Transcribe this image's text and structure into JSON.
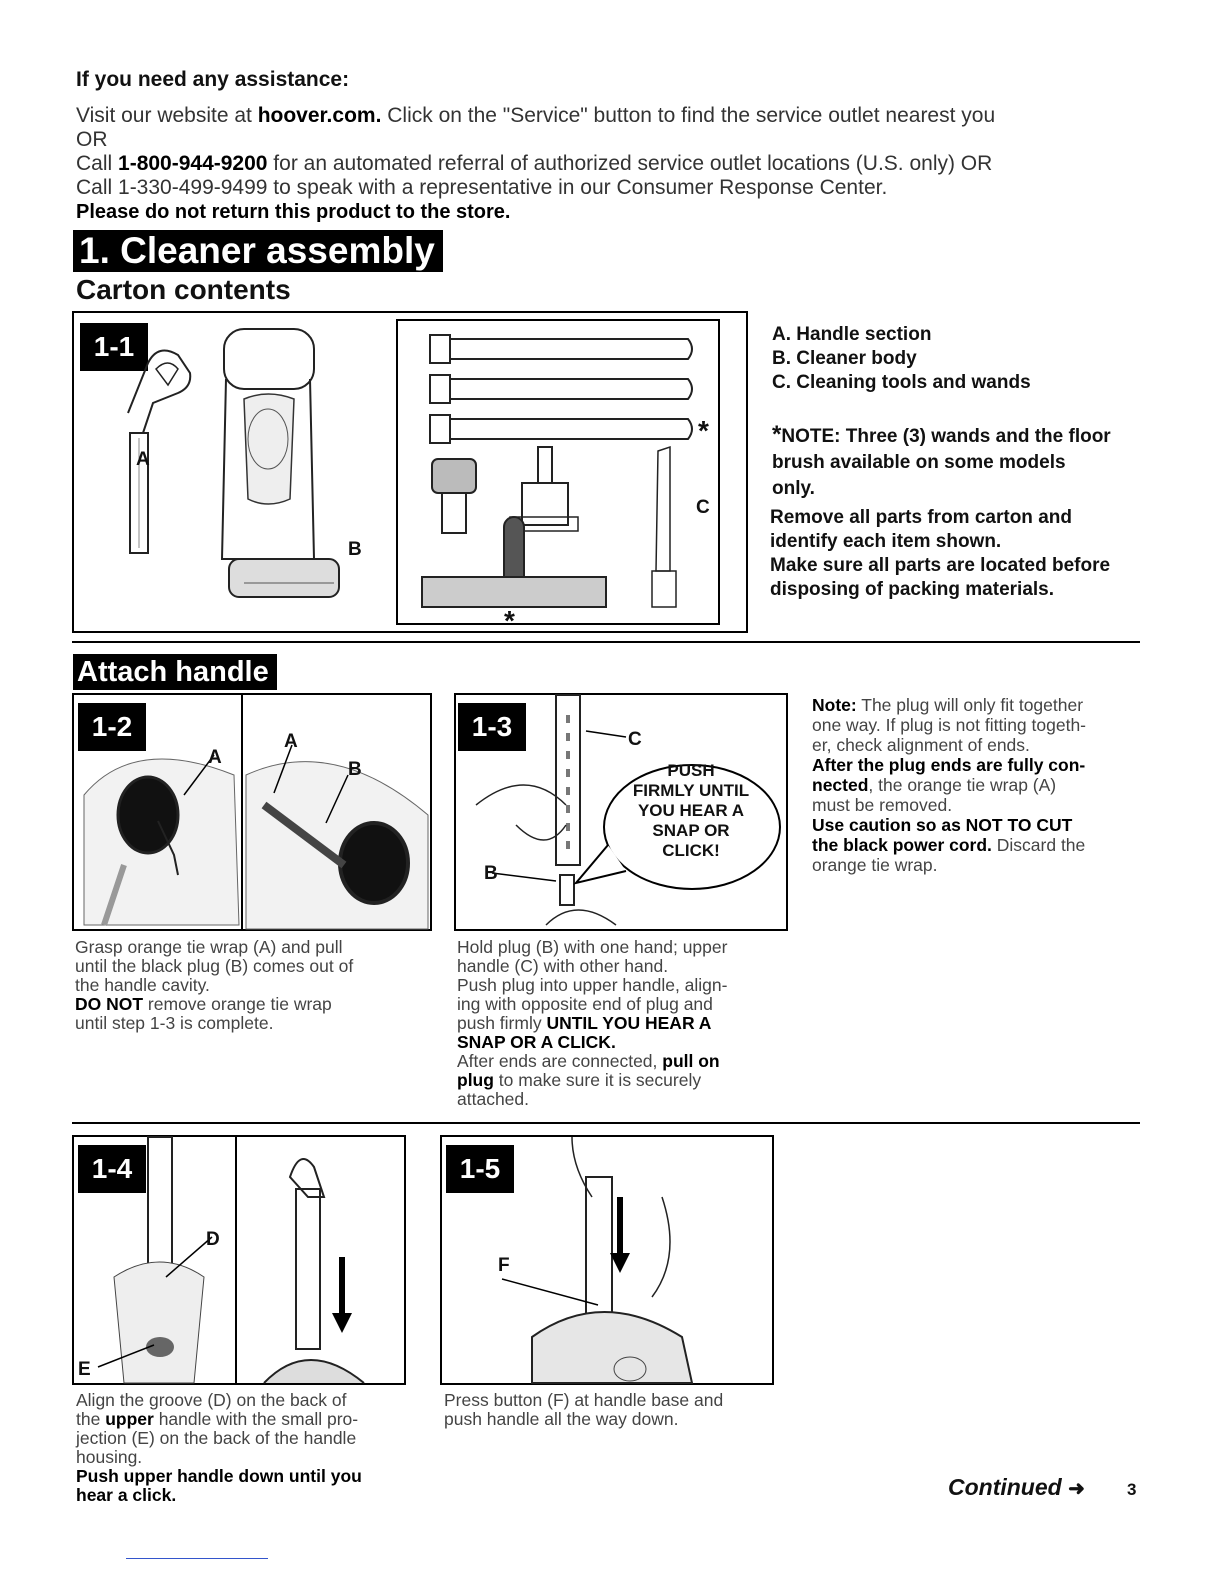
{
  "assistance": {
    "title": "If you need any assistance:",
    "visit_pre": "Visit our website at ",
    "website": "hoover.com.",
    "visit_post": " Click on the \"Service\" button to find the service outlet nearest you",
    "or1": "OR",
    "call1_pre": "Call ",
    "call1_number": "1-800-944-9200",
    "call1_post": " for an automated referral of authorized service outlet locations (U.S. only) OR",
    "call2": "Call 1-330-499-9499 to speak with a representative in our Consumer Response Center.",
    "no_return": "Please do not return this product to the store."
  },
  "section": {
    "title": "1. Cleaner assembly"
  },
  "carton": {
    "title": "Carton contents",
    "badge": "1-1",
    "labels": {
      "a": "A",
      "b": "B",
      "c": "C",
      "star1": "*",
      "star2": "*"
    },
    "parts": [
      "A. Handle section",
      "B. Cleaner body",
      "C. Cleaning tools and wands"
    ],
    "note_star": "*",
    "note": "NOTE: Three (3) wands and the floor brush available on some models only.",
    "note_l1": "NOTE: Three (3) wands and the floor",
    "note_l2": "brush available on some models",
    "note_l3": "only.",
    "instr_l1": "Remove all parts from carton and",
    "instr_l2": "identify each item shown.",
    "instr_l3": "Make sure all parts are located before",
    "instr_l4": "disposing of packing materials."
  },
  "attach": {
    "title": "Attach handle",
    "step12": {
      "badge": "1-2",
      "label_a1": "A",
      "label_a2": "A",
      "label_b": "B",
      "l1": "Grasp orange tie wrap (A) and pull",
      "l2": "until the black plug (B) comes out of",
      "l3": "the handle cavity.",
      "l4_bold": "DO NOT",
      "l4_rest": " remove orange tie wrap",
      "l5": "until step 1-3 is complete."
    },
    "step13": {
      "badge": "1-3",
      "label_c": "C",
      "label_b": "B",
      "bubble": [
        "PUSH",
        "FIRMLY UNTIL",
        "YOU HEAR A",
        "SNAP OR",
        "CLICK!"
      ],
      "l1": "Hold plug (B) with one hand; upper",
      "l2": "handle (C) with other hand.",
      "l3": "Push plug into upper handle, align-",
      "l4": "ing with opposite end of plug and",
      "l5_pre": "push firmly ",
      "l5_bold": "UNTIL YOU HEAR A",
      "l6_bold": "SNAP OR A CLICK.",
      "l7_pre": "After ends are connected, ",
      "l7_bold": "pull on",
      "l8_bold": "plug",
      "l8_rest": " to make sure it is securely",
      "l9": "attached."
    },
    "note": {
      "l1_bold": "Note:",
      "l1_rest": " The plug will only fit together",
      "l2": "one way. If plug is not fitting togeth-",
      "l3": "er, check alignment of ends.",
      "l4_bold": "After the plug ends are fully con-",
      "l5_bold": "nected",
      "l5_rest": ", the orange tie wrap (A)",
      "l6": "must be removed.",
      "l7_bold": "Use caution so as NOT TO CUT",
      "l8_bold": "the black power cord.",
      "l8_rest": " Discard the",
      "l9": "orange tie wrap."
    }
  },
  "step14": {
    "badge": "1-4",
    "label_d": "D",
    "label_e": "E",
    "l1": "Align the groove (D) on the back of",
    "l2_pre": "the ",
    "l2_bold": "upper",
    "l2_rest": " handle with the small pro-",
    "l3": "jection (E) on the back of the handle",
    "l4": "housing.",
    "l5_bold": "Push upper handle down until you",
    "l6_bold": "hear a click."
  },
  "step15": {
    "badge": "1-5",
    "label_f": "F",
    "l1": "Press button (F) at handle base and",
    "l2": "push handle all the way down."
  },
  "footer": {
    "continued": "Continued",
    "arrow": "➜",
    "page": "3"
  }
}
